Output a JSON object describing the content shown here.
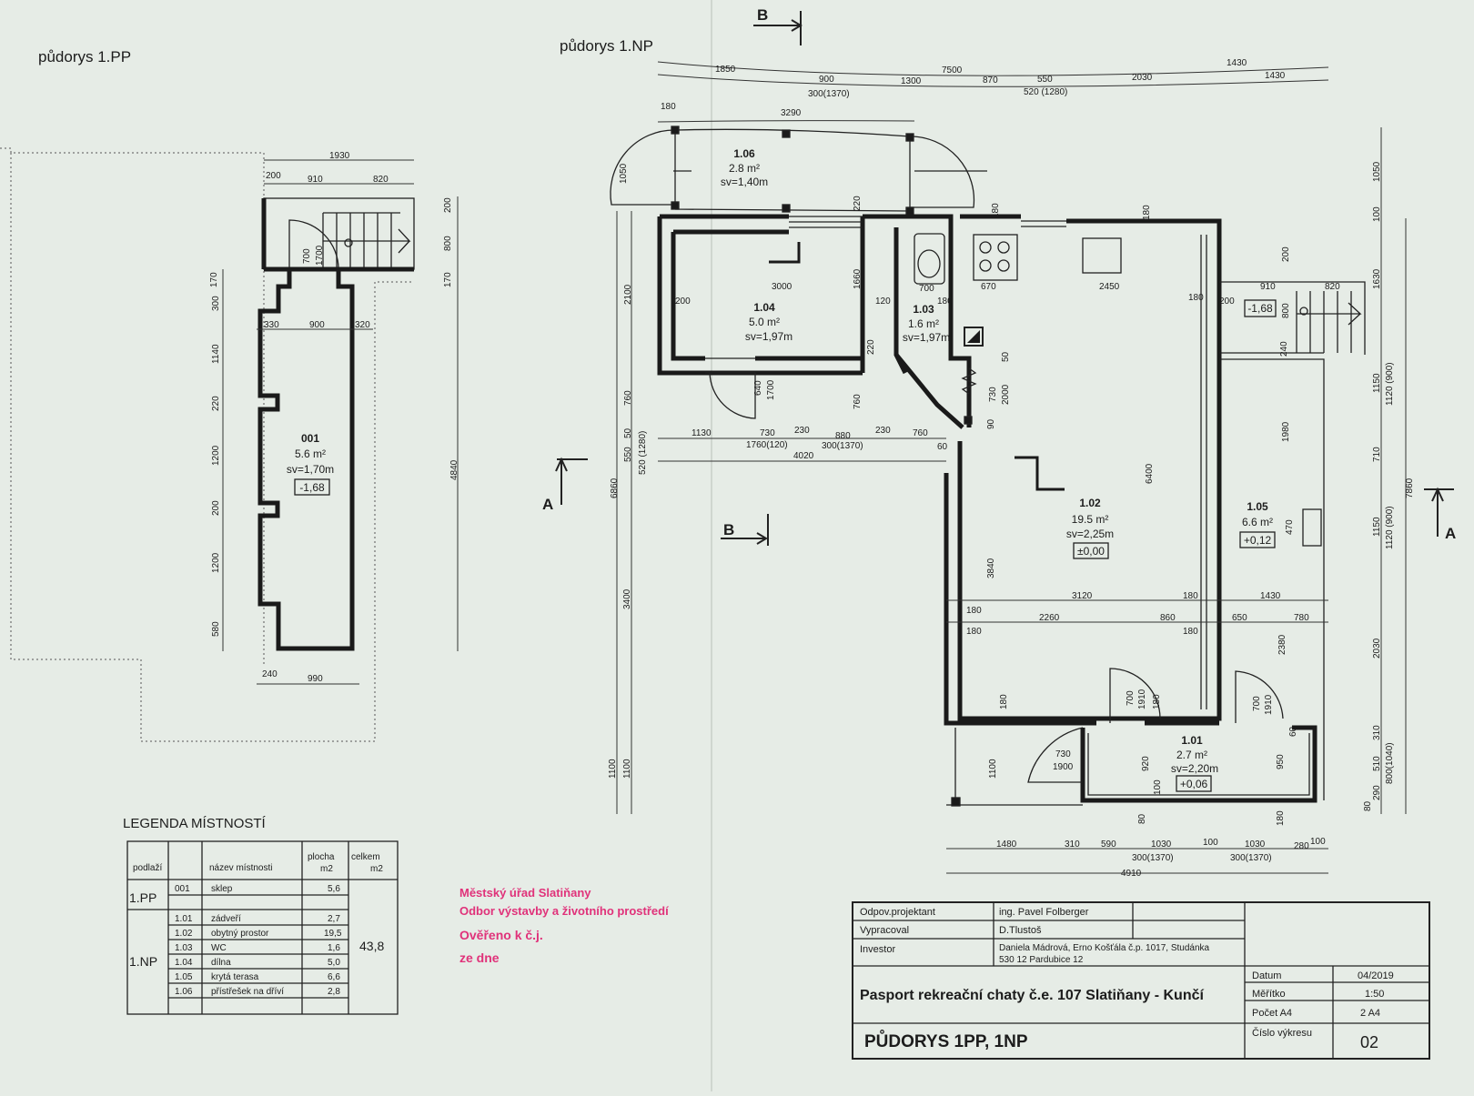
{
  "headings": {
    "plan_1pp": "půdorys 1.PP",
    "plan_1np": "půdorys 1.NP"
  },
  "sections": {
    "A": "A",
    "B": "B"
  },
  "rooms": [
    {
      "no": "001",
      "area": "5.6 m²",
      "height": "sv=1,70m",
      "level": "-1,68"
    },
    {
      "no": "1.06",
      "area": "2.8 m²",
      "height": "sv=1,40m",
      "level": ""
    },
    {
      "no": "1.04",
      "area": "5.0 m²",
      "height": "sv=1,97m",
      "level": ""
    },
    {
      "no": "1.03",
      "area": "1.6 m²",
      "height": "sv=1,97m",
      "level": ""
    },
    {
      "no": "1.02",
      "area": "19.5 m²",
      "height": "sv=2,25m",
      "level": "±0,00"
    },
    {
      "no": "1.05",
      "area": "6.6 m²",
      "height": "",
      "level": "+0,12"
    },
    {
      "no": "1.01",
      "area": "2.7 m²",
      "height": "sv=2,20m",
      "level": "+0,06"
    }
  ],
  "extra_levels": {
    "porch_level": "-1,68"
  },
  "dims_1pp": {
    "top_total": "1930",
    "top_a": "200",
    "top_b": "910",
    "top_c": "820",
    "mid_a": "330",
    "mid_b": "900",
    "mid_c": "320",
    "bot_a": "240",
    "bot_b": "990",
    "left": [
      "170",
      "300",
      "1140",
      "220",
      "1200",
      "200",
      "1200",
      "580"
    ],
    "right": [
      "200",
      "800",
      "170",
      "4840"
    ],
    "door_a": "700",
    "door_b": "1700"
  },
  "dims_1np_top": {
    "r1": [
      "1850",
      "900",
      "1300",
      "870",
      "550",
      "2030",
      "1430"
    ],
    "r1_sub": [
      "300(1370)",
      "520 (1280)"
    ],
    "total": "7500",
    "r0": "1430",
    "r2a": "180",
    "r2b": "3290"
  },
  "dims_1np_inner": {
    "workshop_w": "3000",
    "workshop_l": "200",
    "workshop_r": "120",
    "wc_w": "700",
    "wc_r": "180",
    "kitchen_a": "670",
    "kitchen_b": "2450",
    "kitchen_c": "180",
    "h1660": "1660",
    "h220": "220",
    "h180": "180",
    "h180b": "180",
    "row_a": "1130",
    "row_b": "730",
    "row_b2": "1760(120)",
    "row_c": "230",
    "row_d": "880",
    "row_d2": "300(1370)",
    "row_e": "230",
    "row_f": "760",
    "row_g": "60",
    "row_total": "4020",
    "d640": "640",
    "d1700": "1700",
    "h220b": "220",
    "h760": "760",
    "d730": "730",
    "d2000": "2000",
    "d90": "90",
    "d50": "50",
    "mid_a": "3120",
    "mid_b": "180",
    "mid_c": "1430",
    "low_a": "180",
    "low_b": "2260",
    "low_c": "860",
    "low_d": "650",
    "low_e": "780",
    "low_f": "180",
    "low_g": "180",
    "v6400": "6400",
    "v3840": "3840",
    "v1980": "1980",
    "v470": "470",
    "v2380": "2380",
    "v180": "180",
    "e_700": "700",
    "e_1910": "1910",
    "e_180": "180",
    "e2_700": "700",
    "e2_1910": "1910",
    "e2_60": "60",
    "ent_730": "730",
    "ent_1900": "1900",
    "v920": "920",
    "v100": "100",
    "v950": "950",
    "v1100": "1100",
    "porch_910": "910",
    "porch_820": "820",
    "porch_200": "200",
    "porch_800": "800",
    "porch_240": "240",
    "porch_200b": "200"
  },
  "dims_1np_left": [
    "1050",
    "2100",
    "760",
    "50",
    "550",
    "520 (1280)",
    "6860",
    "3400",
    "1100",
    "1100"
  ],
  "dims_1np_right": [
    "1050",
    "100",
    "1630",
    "1150",
    "1120 (900)",
    "710",
    "1150",
    "1120 (900)",
    "2030",
    "310",
    "510",
    "800(1040)",
    "80",
    "290",
    "7860"
  ],
  "dims_1np_bottom": {
    "a": "1480",
    "b": "310",
    "c": "590",
    "d": "1030",
    "e": "100",
    "f": "1030",
    "g": "280",
    "h": "100",
    "sub1": "300(1370)",
    "sub2": "300(1370)",
    "total": "4910",
    "v80": "80",
    "v180": "180"
  },
  "legend": {
    "title": "LEGENDA MÍSTNOSTÍ",
    "headers": {
      "level": "podlaží",
      "name": "název místnosti",
      "area": "plocha",
      "area_unit": "m2",
      "total": "celkem",
      "total_unit": "m2"
    },
    "group1": {
      "level": "1.PP",
      "rows": [
        {
          "no": "001",
          "name": "sklep",
          "area": "5,6"
        }
      ]
    },
    "group2": {
      "level": "1.NP",
      "rows": [
        {
          "no": "1.01",
          "name": "zádveří",
          "area": "2,7"
        },
        {
          "no": "1.02",
          "name": "obytný prostor",
          "area": "19,5"
        },
        {
          "no": "1.03",
          "name": "WC",
          "area": "1,6"
        },
        {
          "no": "1.04",
          "name": "dílna",
          "area": "5,0"
        },
        {
          "no": "1.05",
          "name": "krytá terasa",
          "area": "6,6"
        },
        {
          "no": "1.06",
          "name": "přístřešek na dříví",
          "area": "2,8"
        }
      ]
    },
    "total": "43,8"
  },
  "stamp": {
    "line1": "Městský úřad Slatiňany",
    "line2": "Odbor výstavby a životního prostředí",
    "line3": "Ověřeno k č.j.",
    "line4": "ze dne"
  },
  "titleblock": {
    "l1": "Odpov.projektant",
    "v1": "ing. Pavel Folberger",
    "l2": "Vypracoval",
    "v2": "D.Tlustoš",
    "l3": "Investor",
    "v3a": "Daniela Mádrová, Erno Košťála č.p. 1017, Studánka",
    "v3b": "530 12 Pardubice 12",
    "project": "Pasport rekreační chaty č.e. 107 Slatiňany - Kunčí",
    "drawing": "PŮDORYS 1PP, 1NP",
    "k1": "Datum",
    "x1": "04/2019",
    "k2": "Měřítko",
    "x2": "1:50",
    "k3": "Počet A4",
    "x3": "2 A4",
    "k4": "Číslo výkresu",
    "x4": "02"
  },
  "colors": {
    "paper": "#e6ece6",
    "ink": "#1c1c1c",
    "stamp": "#e0327a"
  }
}
